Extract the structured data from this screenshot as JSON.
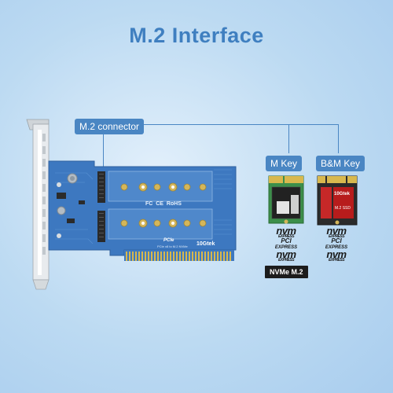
{
  "title": "M.2 Interface",
  "callouts": {
    "connector": "M.2 connector",
    "m_key": "M Key",
    "bm_key": "B&M Key"
  },
  "board": {
    "marks": "FC  CE  RoHS",
    "brand": "10Gtek",
    "slot_label": "PCIe x8 to M.2 NVMe",
    "pcie_mark": "PCIe"
  },
  "ssd_bm": {
    "brand": "10Gtek",
    "model": "M.2 SSD"
  },
  "logos": {
    "nvm_text": "nvm",
    "nvm_sub": "EXPRESS",
    "pci_text": "PCI",
    "pci_sub": "EXPRESS"
  },
  "badge": "NVMe M.2"
}
